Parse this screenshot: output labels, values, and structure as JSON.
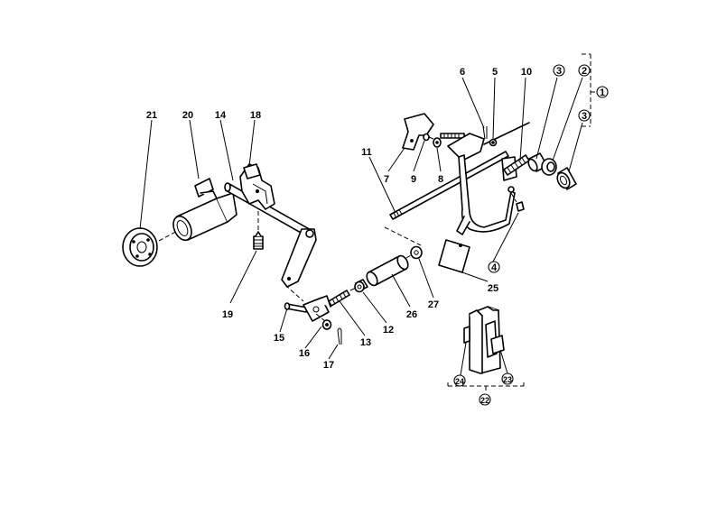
{
  "labels": {
    "l1": "1",
    "l2": "2",
    "l3a": "3",
    "l3b": "3",
    "l4": "4",
    "l5": "5",
    "l6": "6",
    "l7": "7",
    "l8": "8",
    "l9": "9",
    "l10": "10",
    "l11": "11",
    "l12": "12",
    "l13": "13",
    "l14": "14",
    "l15": "15",
    "l16": "16",
    "l17": "17",
    "l18": "18",
    "l19": "19",
    "l20": "20",
    "l21": "21",
    "l25": "25",
    "l26": "26",
    "l27": "27",
    "l22": "22",
    "l23": "23",
    "l24": "24"
  },
  "colors": {
    "ink": "#000000",
    "paper": "#ffffff"
  }
}
